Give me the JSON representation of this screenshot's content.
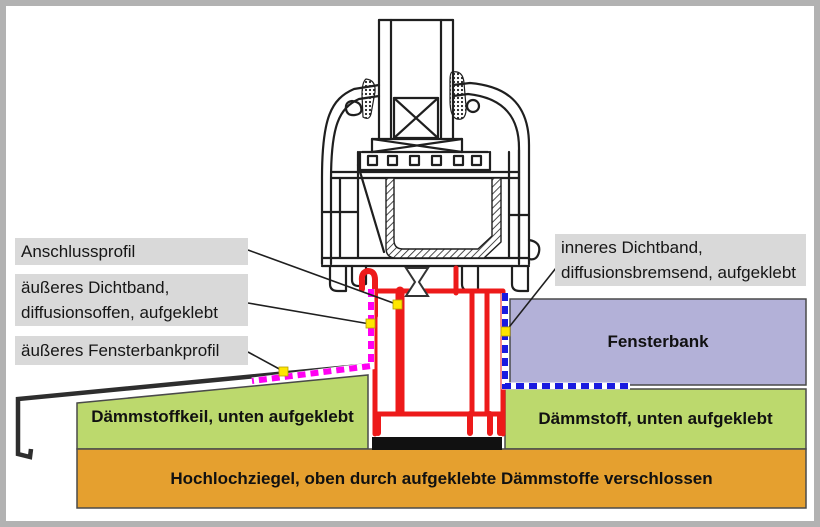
{
  "diagram": {
    "title_hint": "window sill installation detail",
    "callouts": {
      "anschlussprofil": {
        "text": "Anschlussprofil"
      },
      "aeusseres_dichtband": {
        "line1": "äußeres Dichtband,",
        "line2": "diffusionsoffen, aufgeklebt"
      },
      "aeusseres_fensterbankprofil": {
        "text": "äußeres Fensterbankprofil"
      },
      "inneres_dichtband": {
        "line1": "inneres Dichtband,",
        "line2": "diffusionsbremsend, aufgeklebt"
      }
    },
    "regions": {
      "fensterbank": {
        "label": "Fensterbank",
        "fill": "#b3b1d8"
      },
      "daemmstoffkeil": {
        "label": "Dämmstoffkeil, unten aufgeklebt",
        "fill": "#bcd96d"
      },
      "daemmstoff": {
        "label": "Dämmstoff, unten aufgeklebt",
        "fill": "#bcd96d"
      },
      "hochlochziegel": {
        "label": "Hochlochziegel, oben durch aufgeklebte Dämmstoffe verschlossen",
        "fill": "#e5a02f"
      }
    },
    "colors": {
      "callout_bg": "#d9d9d9",
      "frame_profile_highlight": "#ed1a1a",
      "outer_tape": "#ff00f2",
      "inner_tape": "#1a1ae0",
      "marker": "#ffe600",
      "sill_profile": "#2e2e2e",
      "drawing_line": "#1f1f1f",
      "region_border": "#4a4a4a",
      "page_border": "#b2b2b2",
      "base_bar": "#111111"
    }
  }
}
